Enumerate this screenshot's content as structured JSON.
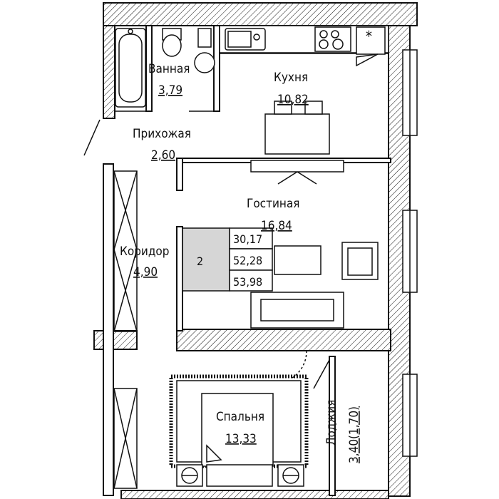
{
  "rooms": {
    "bathroom": {
      "name": "Ванная",
      "area": "3,79"
    },
    "kitchen": {
      "name": "Кухня",
      "area": "10,82"
    },
    "hallway": {
      "name": "Прихожая",
      "area": "2,60"
    },
    "living": {
      "name": "Гостиная",
      "area": "16,84"
    },
    "corridor": {
      "name": "Коридор",
      "area": "4,90"
    },
    "bedroom": {
      "name": "Спальня",
      "area": "13,33"
    },
    "loggia": {
      "name": "Лоджия",
      "area": "3,40(1,70)"
    }
  },
  "summary": {
    "room_count": "2",
    "living_area": "30,17",
    "total_area": "52,28",
    "total_with_loggia": "53,98"
  },
  "marks": {
    "stove_star": "*"
  }
}
